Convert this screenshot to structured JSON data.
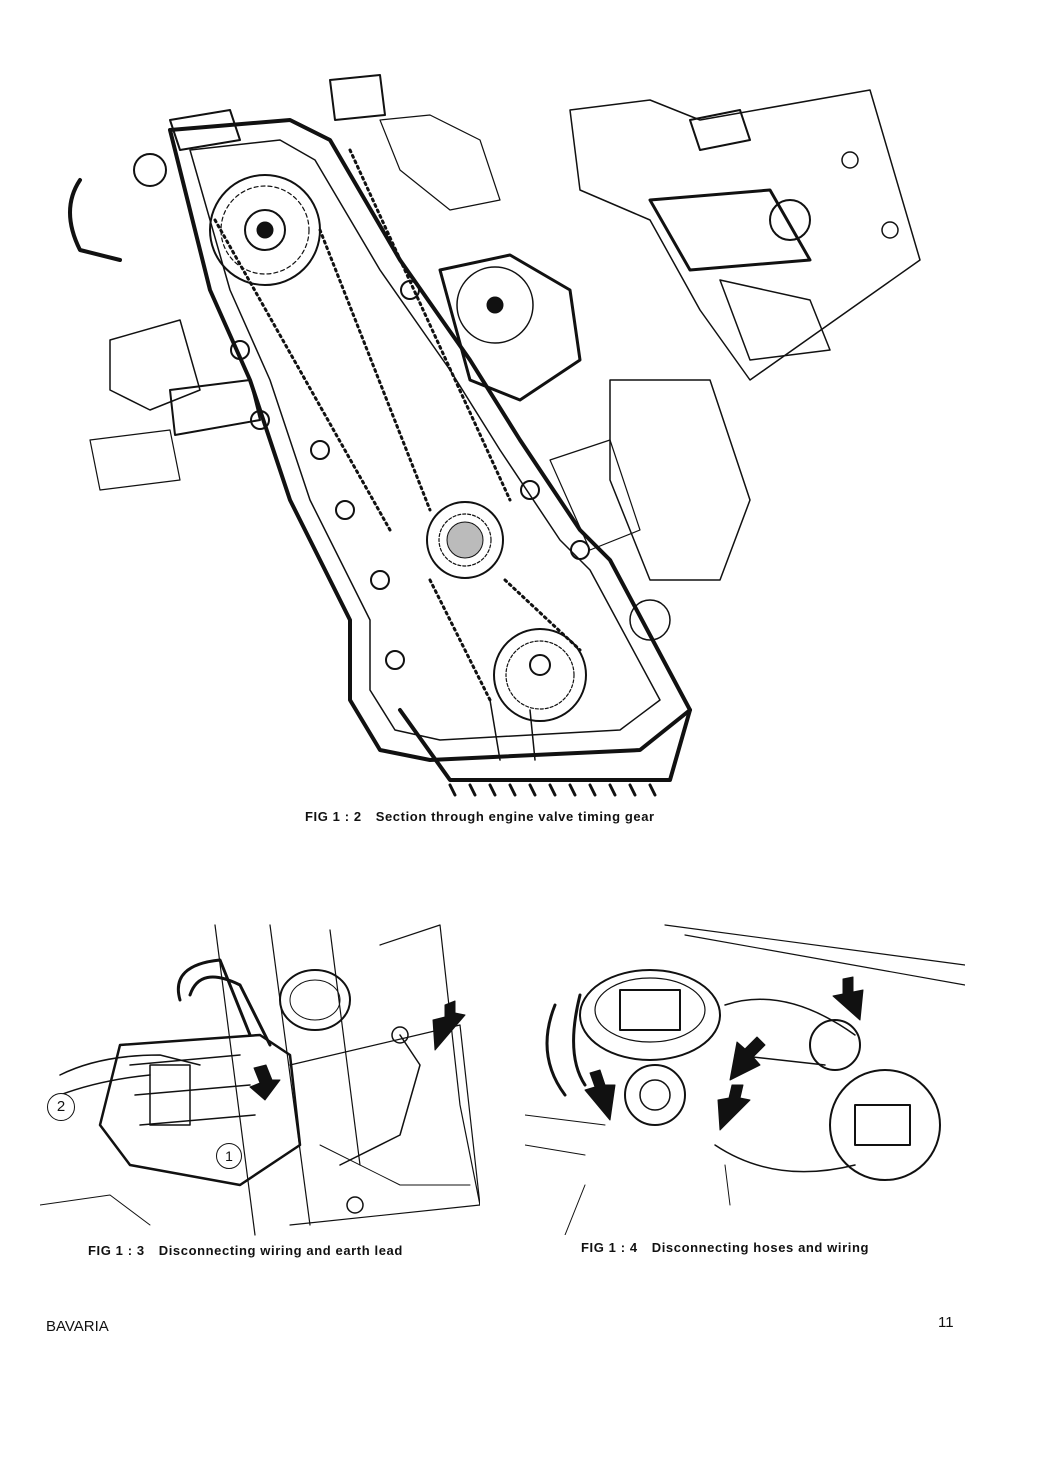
{
  "figures": [
    {
      "number": "FIG 1 : 2",
      "caption": "Section through engine valve timing gear"
    },
    {
      "number": "FIG 1 : 3",
      "caption": "Disconnecting wiring and earth lead",
      "callouts": [
        "1",
        "2"
      ]
    },
    {
      "number": "FIG 1 : 4",
      "caption": "Disconnecting hoses and wiring"
    }
  ],
  "footer": {
    "book": "BAVARIA",
    "page": "11"
  }
}
